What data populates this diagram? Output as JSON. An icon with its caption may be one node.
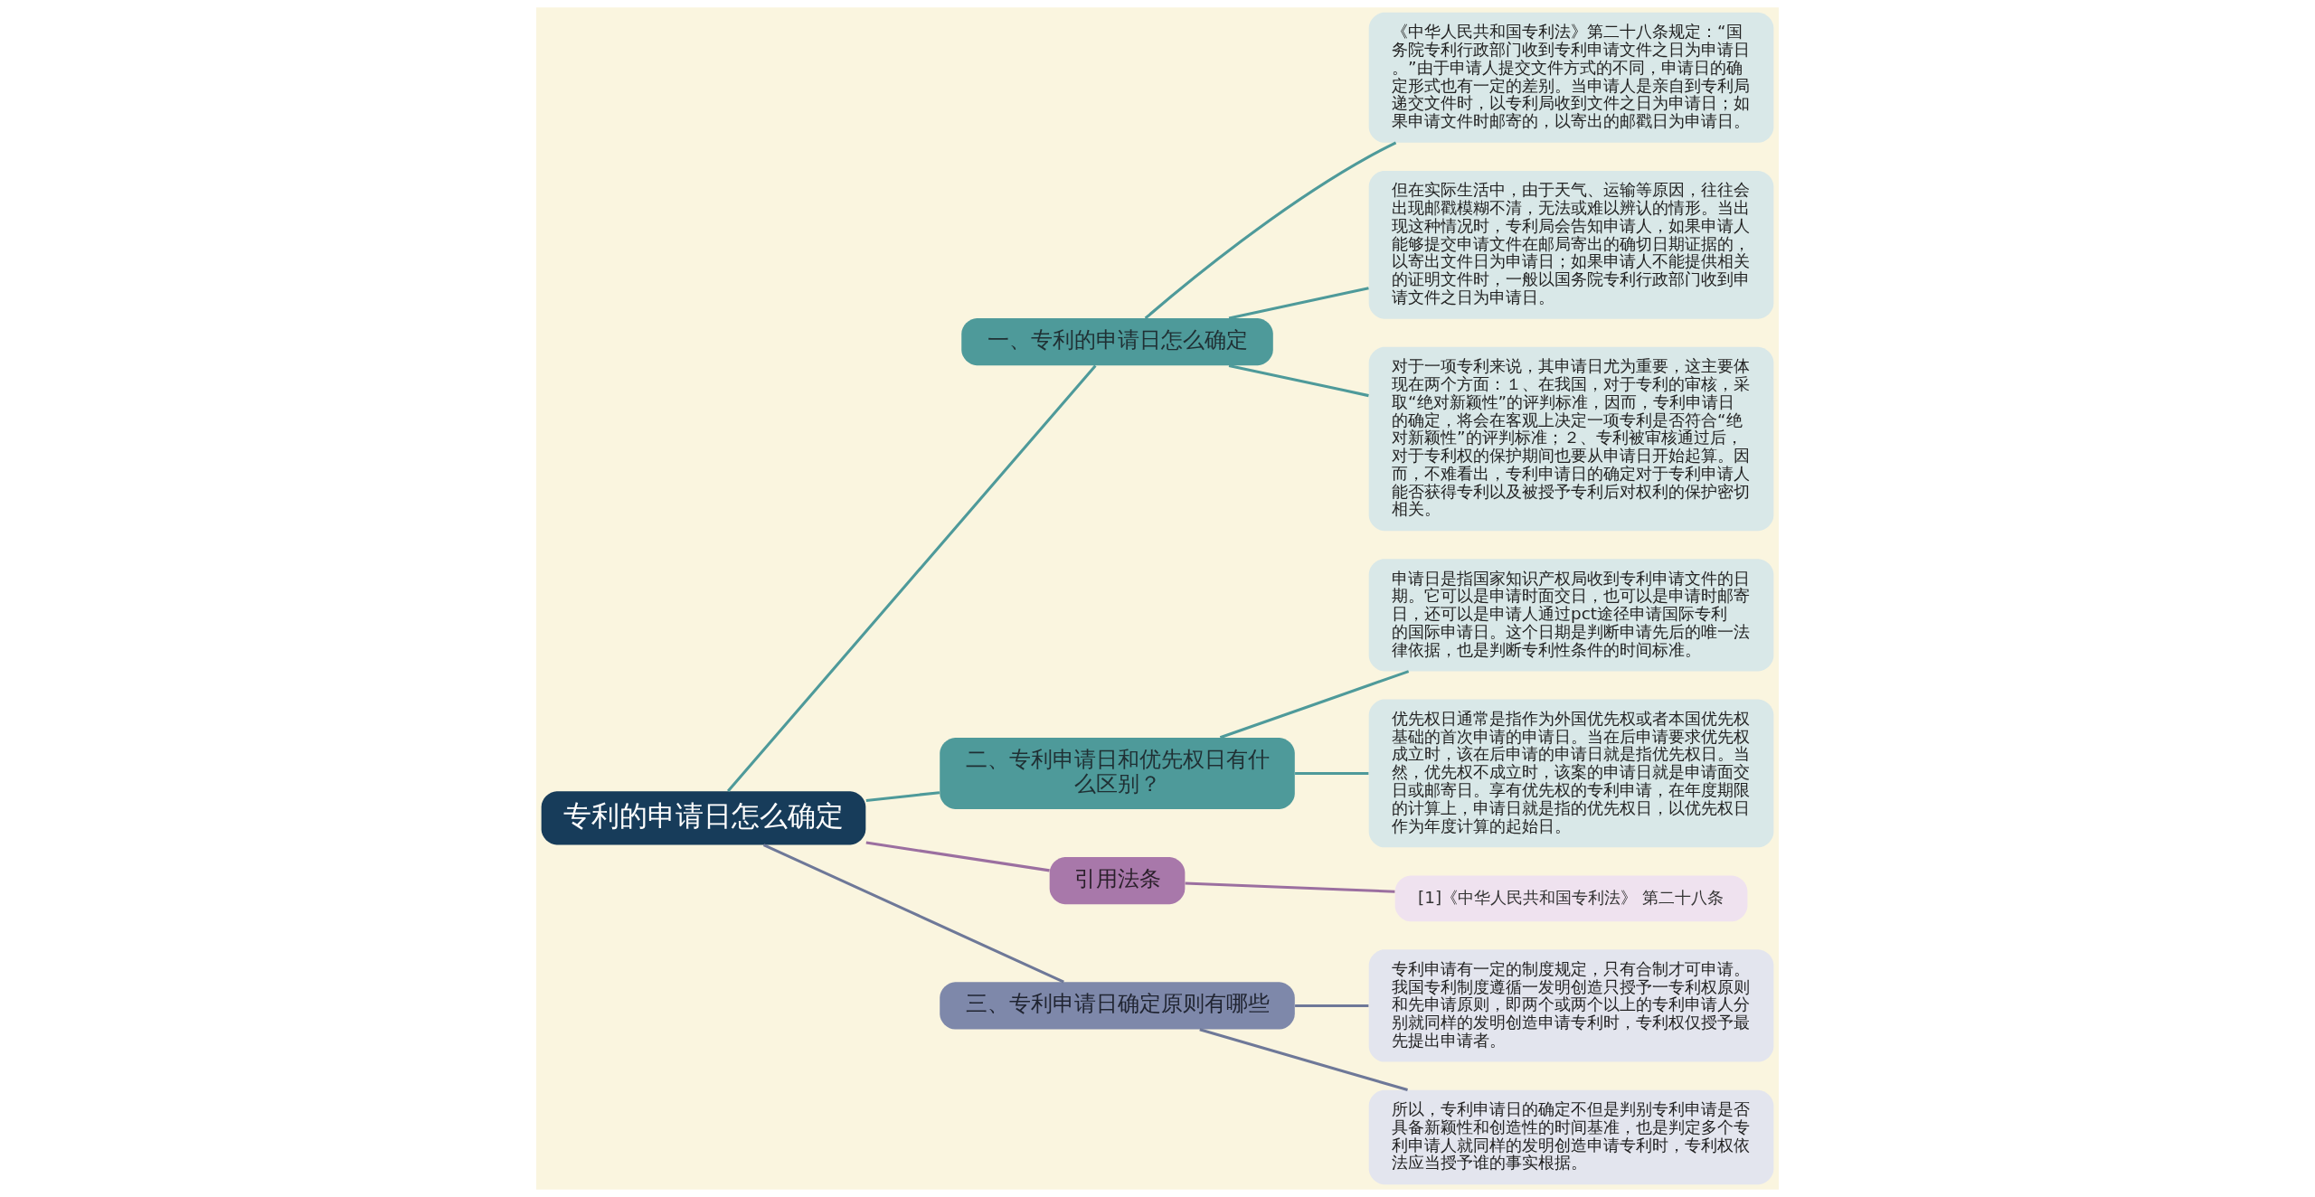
{
  "diagram": {
    "nodes": [
      {
        "text": [
          "专利的申请日怎么确定"
        ]
      },
      {
        "text": [
          "一、专利的申请日怎么确定"
        ]
      },
      {
        "text": [
          "《中华人民共和国专利法》第二十八条规定：“国务院专利行政部门收到专利申请文件之日为申请日。”由于申请人提交文件方式的不同，申请日的确定形式也有一定的差别。当申请人是亲自到专利局递交文件时，以专利局收到文件之日为申请日；如果申请文件时邮寄的，以寄出的邮戳日为申请日。"
        ]
      },
      {
        "text": [
          "但在实际生活中，由于天气、运输等原因，往往会出现邮戳模糊不清，无法或难以辨认的情形。当出现这种情况时，专利局会告知申请人，如果申请人能够提交申请文件在邮局寄出的确切日期证据的，以寄出文件日为申请日；如果申请人不能提供相关的证明文件时，一般以国务院专利行政部门收到申请文件之日为申请日。"
        ]
      },
      {
        "text": [
          "对于一项专利来说，其申请日尤为重要，这主要体现在两个方面：１、在我国，对于专利的审核，采取“绝对新颖性”的评判标准，因而，专利申请日的确定，将会在客观上决定一项专利是否符合“绝对新颖性”的评判标准；２、专利被审核通过后，对于专利权的保护期间也要从申请日开始起算。因而，不难看出，专利申请日的确定对于专利申请人能否获得专利以及被授予专利后对权利的保护密切相关。"
        ]
      },
      {
        "text": [
          "二、专利申请日和优先权日有什么区别？"
        ]
      },
      {
        "text": [
          "申请日是指国家知识产权局收到专利申请文件的日期。它可以是申请时面交日，也可以是申请时邮寄日，还可以是申请人通过pct途径申请国际专利的国际申请日。这个日期是判断申请先后的唯一法律依据，也是判断专利性条件的时间标准。"
        ]
      },
      {
        "text": [
          "优先权日通常是指作为外国优先权或者本国优先权基础的首次申请的申请日。当在后申请要求优先权成立时，该在后申请的申请日就是指优先权日。当然，优先权不成立时，该案的申请日就是申请面交日或邮寄日。享有优先权的专利申请，在年度期限的计算上，申请日就是指的优先权日，以优先权日作为年度计算的起始日。"
        ]
      },
      {
        "text": [
          "引用法条"
        ]
      },
      {
        "text": [
          "[1]《中华人民共和国专利法》 第二十八条"
        ]
      },
      {
        "text": [
          "三、专利申请日确定原则有哪些"
        ]
      },
      {
        "text": [
          "专利申请有一定的制度规定，只有合制才可申请。我国专利制度遵循一发明创造只授予一专利权原则和先申请原则，即两个或两个以上的专利申请人分别就同样的发明创造申请专利时，专利权仅授予最先提出申请者。"
        ]
      },
      {
        "text": [
          "所以，专利申请日的确定不但是判别专利申请是否具备新颖性和创造性的时间基准，也是判定多个专利申请人就同样的发明创造申请专利时，专利权依法应当授予谁的事实根据。"
        ]
      }
    ],
    "edges": [
      {
        "from": 0,
        "to": 1,
        "arrow": "none"
      },
      {
        "from": 1,
        "to": 2,
        "arrow": "none"
      },
      {
        "from": 1,
        "to": 3,
        "arrow": "none"
      },
      {
        "from": 1,
        "to": 4,
        "arrow": "none"
      },
      {
        "from": 0,
        "to": 5,
        "arrow": "none"
      },
      {
        "from": 5,
        "to": 6,
        "arrow": "none"
      },
      {
        "from": 5,
        "to": 7,
        "arrow": "none"
      },
      {
        "from": 0,
        "to": 8,
        "arrow": "none",
        "color": "#9b6fa0"
      },
      {
        "from": 8,
        "to": 9,
        "arrow": "none",
        "color": "#9b6fa0"
      },
      {
        "from": 0,
        "to": 10,
        "arrow": "none",
        "color": "#6e7898"
      },
      {
        "from": 10,
        "to": 11,
        "arrow": "none",
        "color": "#6e7898"
      },
      {
        "from": 10,
        "to": 12,
        "arrow": "none",
        "color": "#6e7898"
      }
    ]
  }
}
